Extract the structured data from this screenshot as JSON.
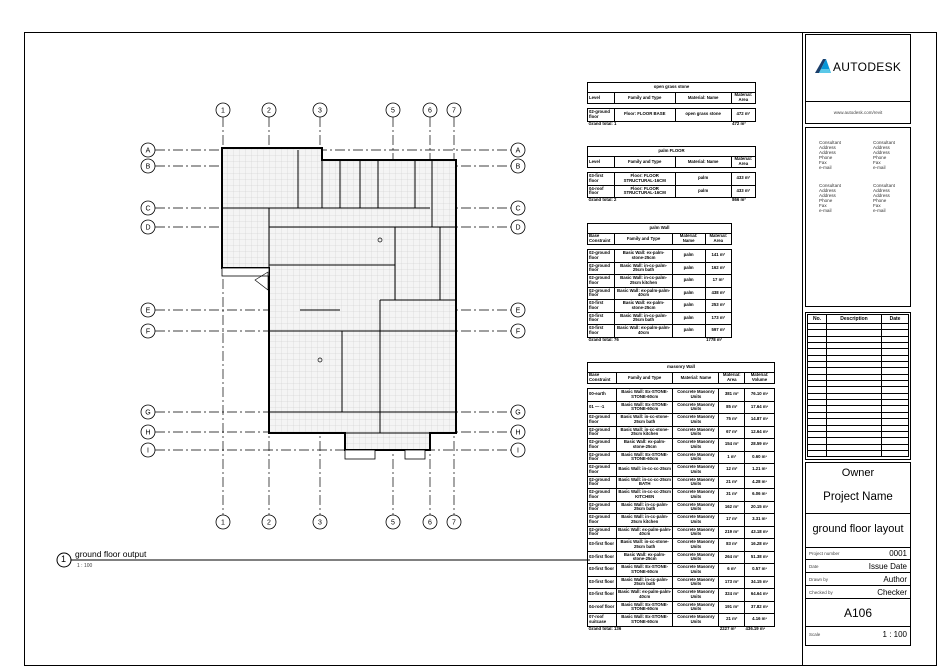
{
  "view": {
    "number": "1",
    "title": "ground floor output",
    "scale": "1 : 100"
  },
  "plan": {
    "grid_columns": [
      "1",
      "2",
      "3",
      "5",
      "6",
      "7"
    ],
    "grid_rows": [
      "A",
      "B",
      "C",
      "D",
      "E",
      "F",
      "G",
      "H",
      "I"
    ]
  },
  "schedules": [
    {
      "title": "open grass stone",
      "headers": [
        "Level",
        "Family and Type",
        "Material: Name",
        "Material: Area"
      ],
      "rows": [
        [
          "02-ground floor",
          "Floor: FLOOR BASE",
          "open grass stone",
          "472 m²"
        ]
      ],
      "total_label": "Grand total: 1",
      "total_values": [
        "472 m²"
      ]
    },
    {
      "title": "palm FLOOR",
      "headers": [
        "Level",
        "Family and Type",
        "Material: Name",
        "Material: Area"
      ],
      "rows": [
        [
          "03-first floor",
          "Floor: FLOOR STRUCTURAL-16CM",
          "palm",
          "433 m²"
        ],
        [
          "04-roof floor",
          "Floor: FLOOR STRUCTURAL-16CM",
          "palm",
          "433 m²"
        ]
      ],
      "total_label": "Grand total: 2",
      "total_values": [
        "866 m²"
      ]
    },
    {
      "title": "palm Wall",
      "headers": [
        "Base Constraint",
        "Family and Type",
        "Material: Name",
        "Material: Area"
      ],
      "rows": [
        [
          "02-ground floor",
          "Basic Wall: ex-palm-stone-25cm",
          "palm",
          "141 m²"
        ],
        [
          "02-ground floor",
          "Basic Wall: in-cc-palm-25cm bath",
          "palm",
          "162 m²"
        ],
        [
          "02-ground floor",
          "Basic Wall: in-cc-palm-25cm kitchen",
          "palm",
          "17 m²"
        ],
        [
          "02-ground floor",
          "Basic Wall: ex-palm-palm-40cm",
          "palm",
          "438 m²"
        ],
        [
          "03-first floor",
          "Basic Wall: ex-palm-stone-25cm",
          "palm",
          "253 m²"
        ],
        [
          "03-first floor",
          "Basic Wall: in-cc-palm-25cm bath",
          "palm",
          "173 m²"
        ],
        [
          "03-first floor",
          "Basic Wall: ex-palm-palm-40cm",
          "palm",
          "597 m²"
        ]
      ],
      "total_label": "Grand total: 76",
      "total_values": [
        "1778 m²"
      ]
    },
    {
      "title": "masonry Wall",
      "headers": [
        "Base Constraint",
        "Family and Type",
        "Material: Name",
        "Material: Area",
        "Material: Volume"
      ],
      "rows": [
        [
          "00-earth",
          "Basic Wall: Ex-STONE-STONE-60cm",
          "Concrete Masonry Units",
          "381 m²",
          "76.10 m³"
        ],
        [
          "01 — -1",
          "Basic Wall: Ex-STONE-STONE-60cm",
          "Concrete Masonry Units",
          "85 m²",
          "17.64 m³"
        ],
        [
          "02-ground floor",
          "Basic Wall: in-cc-stone-25cm bath",
          "Concrete Masonry Units",
          "75 m²",
          "14.87 m³"
        ],
        [
          "02-ground floor",
          "Basic Wall: in-cc-stone-25cm kitchen",
          "Concrete Masonry Units",
          "67 m²",
          "12.64 m³"
        ],
        [
          "02-ground floor",
          "Basic Wall: ex-palm-stone-25cm",
          "Concrete Masonry Units",
          "154 m²",
          "28.59 m³"
        ],
        [
          "02-ground floor",
          "Basic Wall: Ex-STONE-STONE-60cm",
          "Concrete Masonry Units",
          "1 m²",
          "0.60 m³"
        ],
        [
          "02-ground floor",
          "Basic Wall: in-cc-cc-25cm",
          "Concrete Masonry Units",
          "12 m²",
          "1.21 m³"
        ],
        [
          "02-ground floor",
          "Basic Wall: in-cc-cc-25cm BATH",
          "Concrete Masonry Units",
          "21 m²",
          "4.28 m³"
        ],
        [
          "02-ground floor",
          "Basic Wall: in-cc-cc-25cm KITCHEN",
          "Concrete Masonry Units",
          "31 m²",
          "6.06 m³"
        ],
        [
          "02-ground floor",
          "Basic Wall: in-cc-palm-25cm bath",
          "Concrete Masonry Units",
          "162 m²",
          "20.15 m³"
        ],
        [
          "02-ground floor",
          "Basic Wall: in-cc-palm-25cm kitchen",
          "Concrete Masonry Units",
          "17 m²",
          "3.31 m³"
        ],
        [
          "02-ground floor",
          "Basic Wall: ex-palm-palm-40cm",
          "Concrete Masonry Units",
          "219 m²",
          "43.18 m³"
        ],
        [
          "03-first floor",
          "Basic Wall: in-cc-stone-25cm bath",
          "Concrete Masonry Units",
          "83 m²",
          "16.28 m³"
        ],
        [
          "03-first floor",
          "Basic Wall: ex-palm-stone-25cm",
          "Concrete Masonry Units",
          "264 m²",
          "51.38 m³"
        ],
        [
          "03-first floor",
          "Basic Wall: Ex-STONE-STONE-60cm",
          "Concrete Masonry Units",
          "6 m²",
          "0.57 m³"
        ],
        [
          "03-first floor",
          "Basic Wall: in-cc-palm-25cm bath",
          "Concrete Masonry Units",
          "173 m²",
          "34.15 m³"
        ],
        [
          "03-first floor",
          "Basic Wall: ex-palm-palm-40cm",
          "Concrete Masonry Units",
          "324 m²",
          "64.64 m³"
        ],
        [
          "04-roof floor",
          "Basic Wall: Ex-STONE-STONE-60cm",
          "Concrete Masonry Units",
          "191 m²",
          "37.82 m³"
        ],
        [
          "07-roof suitcase",
          "Basic Wall: Ex-STONE-STONE-60cm",
          "Concrete Masonry Units",
          "21 m²",
          "4.16 m³"
        ]
      ],
      "total_label": "Grand total: 136",
      "total_values": [
        "2227 m²",
        "436.19 m³"
      ]
    }
  ],
  "title_block": {
    "logo_text": "AUTODESK",
    "logo_colors": [
      "#0696d7",
      "#1b3f6b",
      "#5ac8e8"
    ],
    "website": "www.autodesk.com/revit",
    "consultants": [
      [
        "Consultant",
        "Address",
        "Address",
        "Phone",
        "Fax",
        "e-mail"
      ],
      [
        "Consultant",
        "Address",
        "Address",
        "Phone",
        "Fax",
        "e-mail"
      ],
      [
        "Consultant",
        "Address",
        "Address",
        "Phone",
        "Fax",
        "e-mail"
      ],
      [
        "Consultant",
        "Address",
        "Address",
        "Phone",
        "Fax",
        "e-mail"
      ]
    ],
    "revision_headers": [
      "No.",
      "Description",
      "Date"
    ],
    "owner": "Owner",
    "project_name": "Project Name",
    "sheet_name": "ground floor layout",
    "fields": [
      {
        "label": "Project number",
        "value": "0001"
      },
      {
        "label": "Date",
        "value": "Issue Date"
      },
      {
        "label": "Drawn by",
        "value": "Author"
      },
      {
        "label": "Checked by",
        "value": "Checker"
      }
    ],
    "sheet_number": "A106",
    "scale_label": "Scale",
    "scale_value": "1 : 100"
  }
}
